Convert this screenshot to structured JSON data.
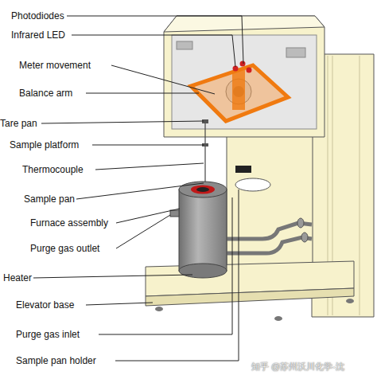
{
  "diagram": {
    "labels": [
      "Photodiodes",
      "Infrared LED",
      "Meter movement",
      "Balance arm",
      "Tare pan",
      "Sample platform",
      "Thermocouple",
      "Sample pan",
      "Furnace assembly",
      "Purge gas outlet",
      "Heater",
      "Elevator base",
      "Purge gas inlet",
      "Sample pan holder",
      "知乎 @苏州沃川化学-沈"
    ]
  }
}
